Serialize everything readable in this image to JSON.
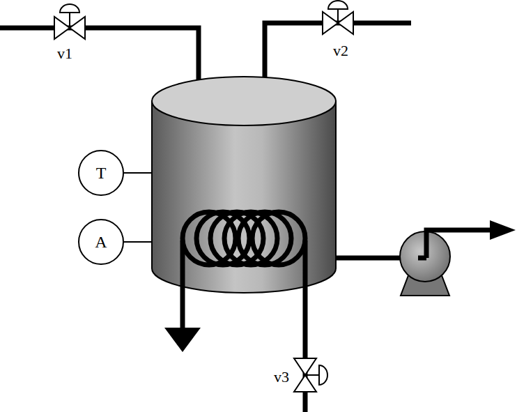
{
  "diagram": {
    "nodes": [
      {
        "text": [
          "T"
        ]
      },
      {
        "text": [
          "A"
        ]
      }
    ],
    "labels": [
      "v1",
      "v2",
      "v3"
    ]
  }
}
